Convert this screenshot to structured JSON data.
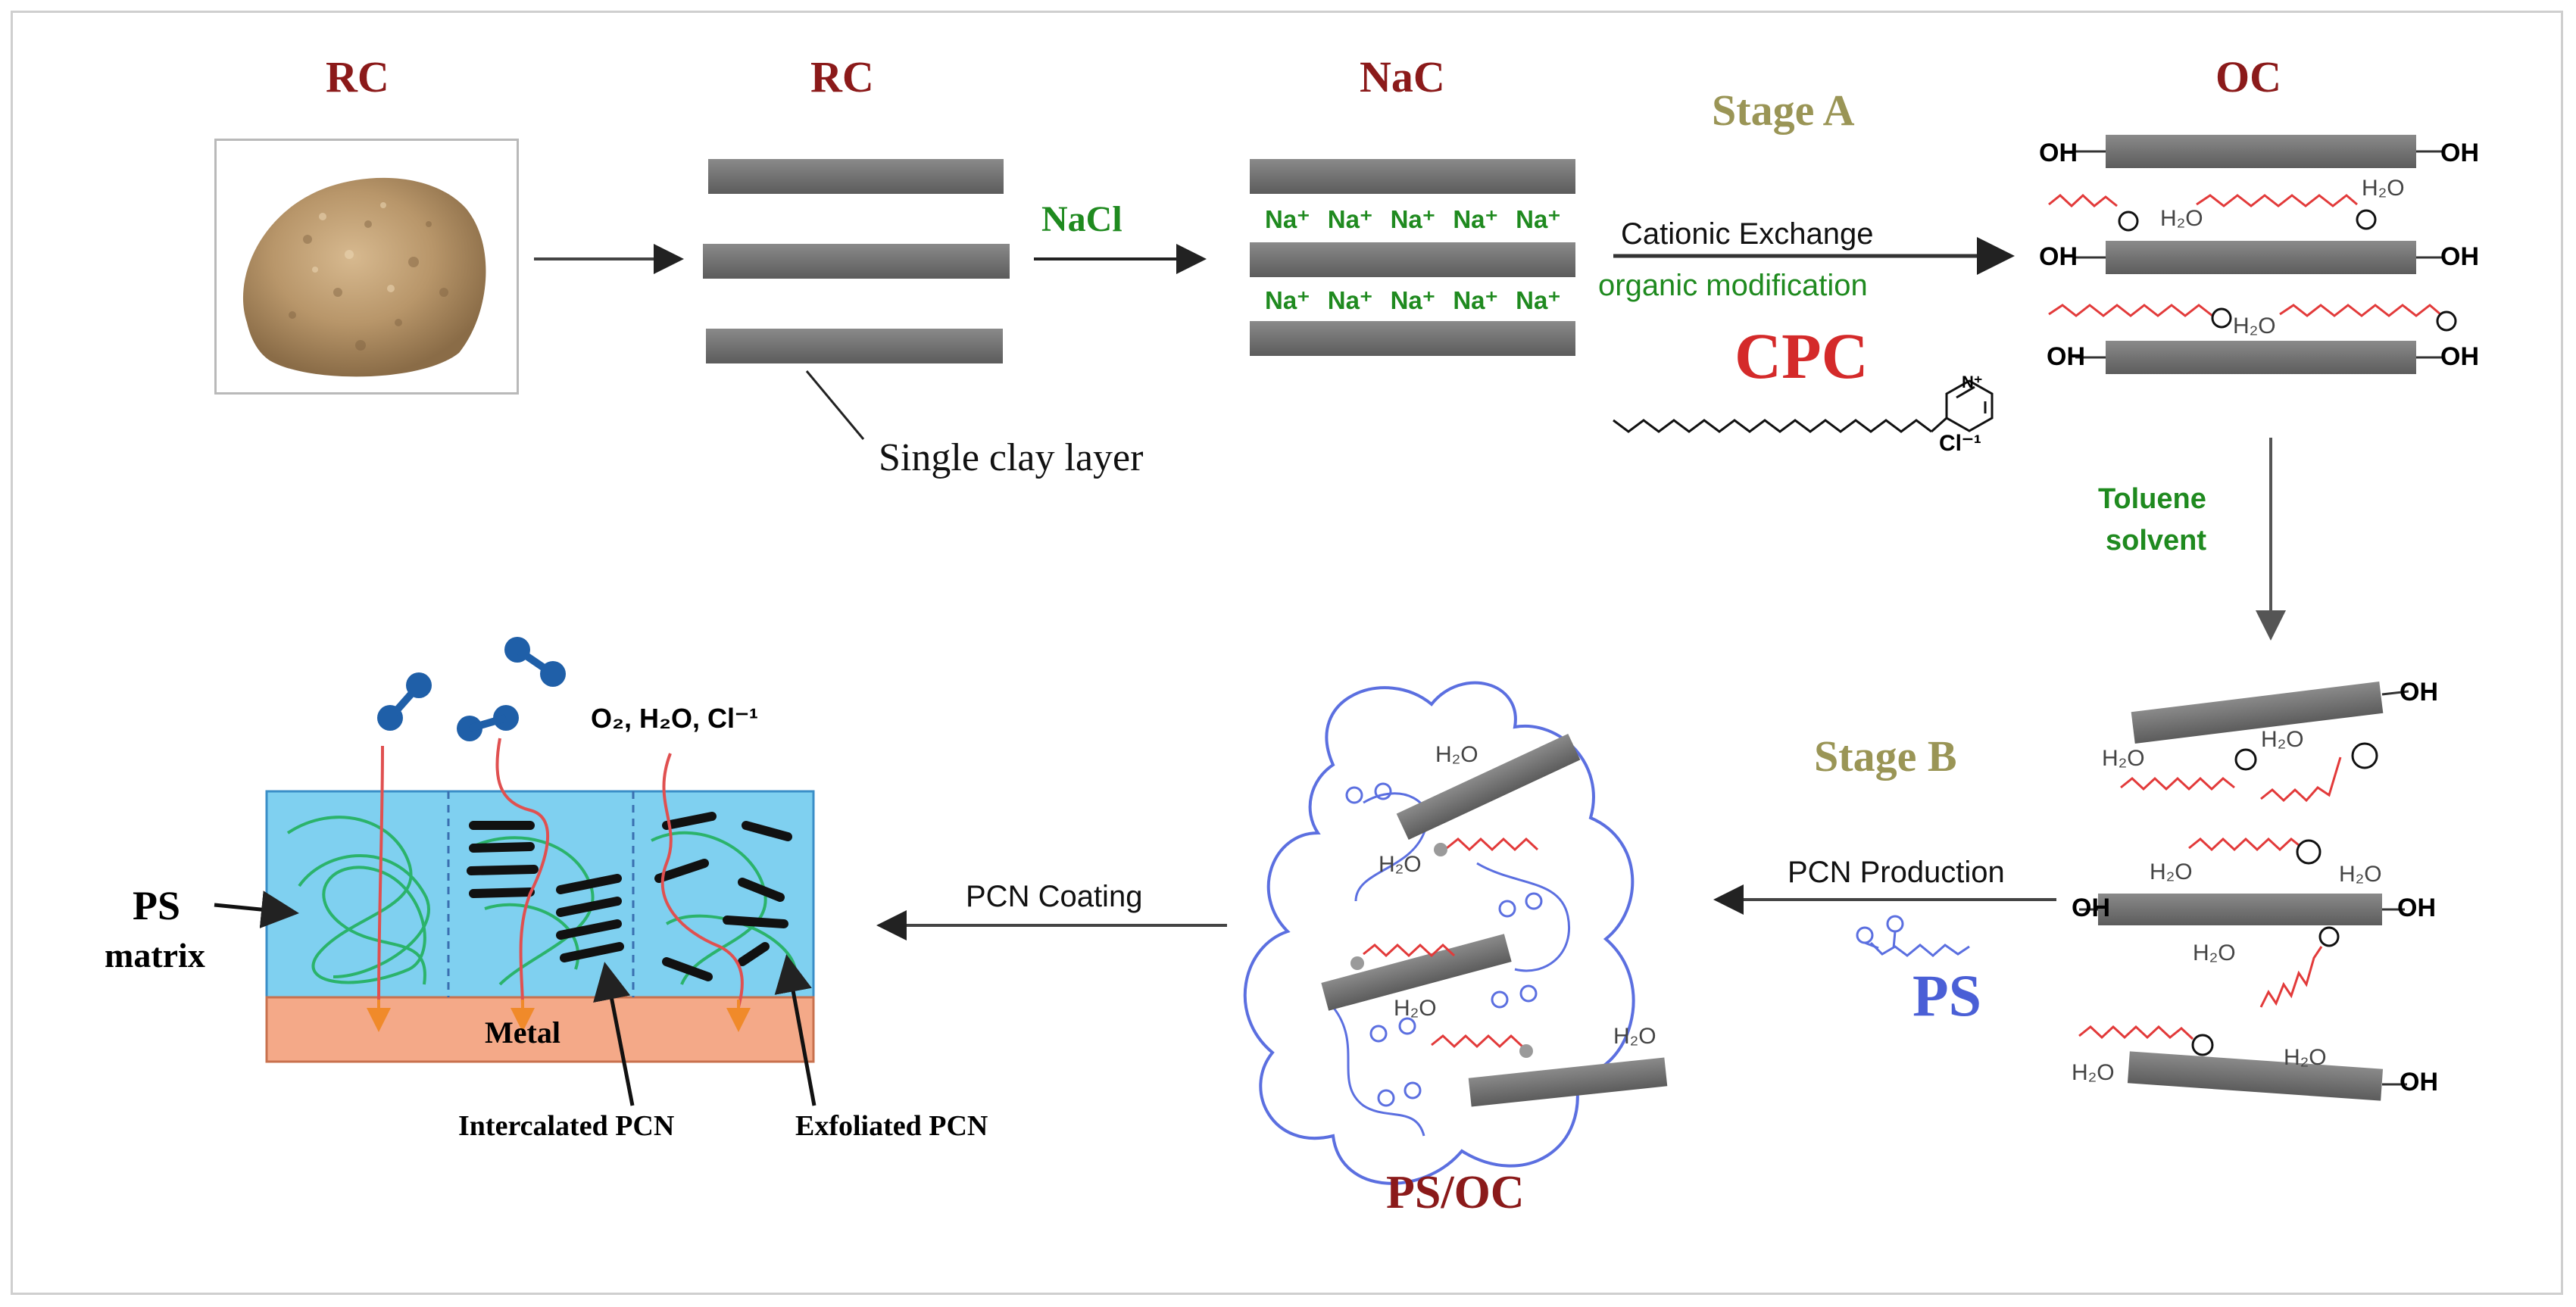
{
  "labels": {
    "rc_photo": "RC",
    "rc_layers": "RC",
    "nac": "NaC",
    "oc": "OC",
    "stage_a": "Stage A",
    "stage_b": "Stage B",
    "nacl": "NaCl",
    "single_clay_layer": "Single clay layer",
    "na_ion": "Na⁺",
    "cationic_exchange": "Cationic Exchange",
    "organic_modification": "organic modification",
    "cpc": "CPC",
    "cpc_counterion": "Cl⁻¹",
    "cpc_nitrogen": "N⁺",
    "toluene_solvent_1": "Toluene",
    "toluene_solvent_2": "solvent",
    "oh": "OH",
    "h2o": "H₂O",
    "pcn_production": "PCN Production",
    "ps": "PS",
    "ps_oc": "PS/OC",
    "pcn_coating": "PCN Coating",
    "corrosive_species": "O₂, H₂O, Cl⁻¹",
    "ps_matrix_1": "PS",
    "ps_matrix_2": "matrix",
    "metal": "Metal",
    "intercalated_pcn": "Intercalated PCN",
    "exfoliated_pcn": "Exfoliated PCN"
  },
  "colors": {
    "maroon": "#8b1a1a",
    "stage": "#9a9556",
    "green_text": "#1f8a1f",
    "clay_layer": "#6e6e6e",
    "surfactant_red": "#e23a3a",
    "polymer_blue": "#5b6fe0",
    "coating_blue": "#7fd0f0",
    "metal": "#f4a988",
    "polymer_green": "#2bb36b",
    "molecule_blue": "#1f5fa8"
  }
}
